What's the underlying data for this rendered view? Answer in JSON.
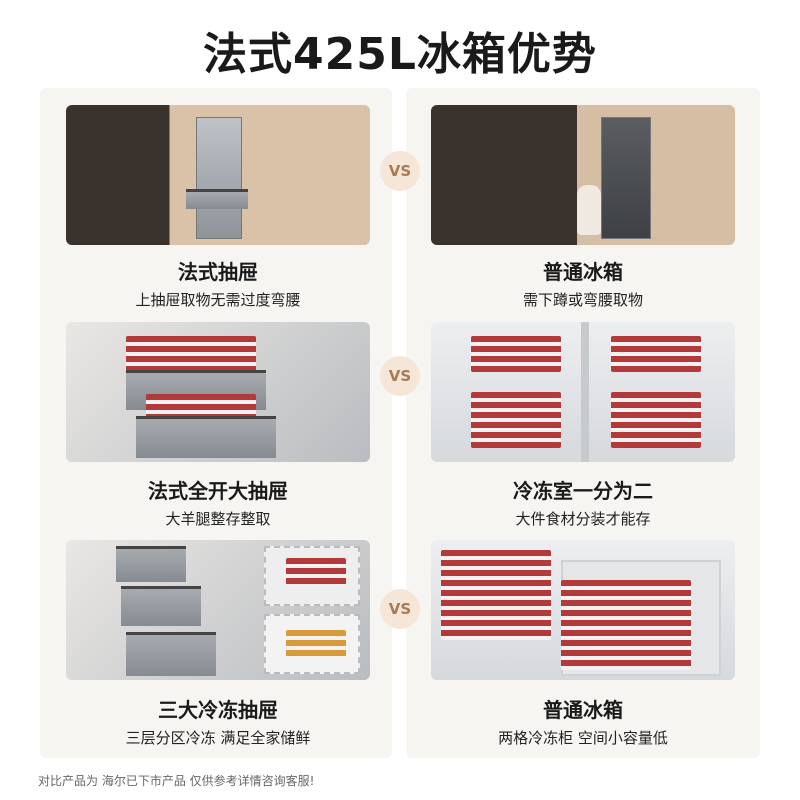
{
  "title": "法式425L冰箱优势",
  "vs_label": "VS",
  "rows": [
    {
      "left": {
        "heading": "法式抽屉",
        "sub": "上抽屉取物无需过度弯腰"
      },
      "right": {
        "heading": "普通冰箱",
        "sub": "需下蹲或弯腰取物"
      }
    },
    {
      "left": {
        "heading": "法式全开大抽屉",
        "sub": "大羊腿整存整取"
      },
      "right": {
        "heading": "冷冻室一分为二",
        "sub": "大件食材分装才能存"
      }
    },
    {
      "left": {
        "heading": "三大冷冻抽屉",
        "sub": "三层分区冷冻 满足全家储鲜"
      },
      "right": {
        "heading": "普通冰箱",
        "sub": "两格冷冻柜 空间小容量低"
      }
    }
  ],
  "footnote": "对比产品为 海尔已下市产品 仅供参考详情咨询客服!"
}
